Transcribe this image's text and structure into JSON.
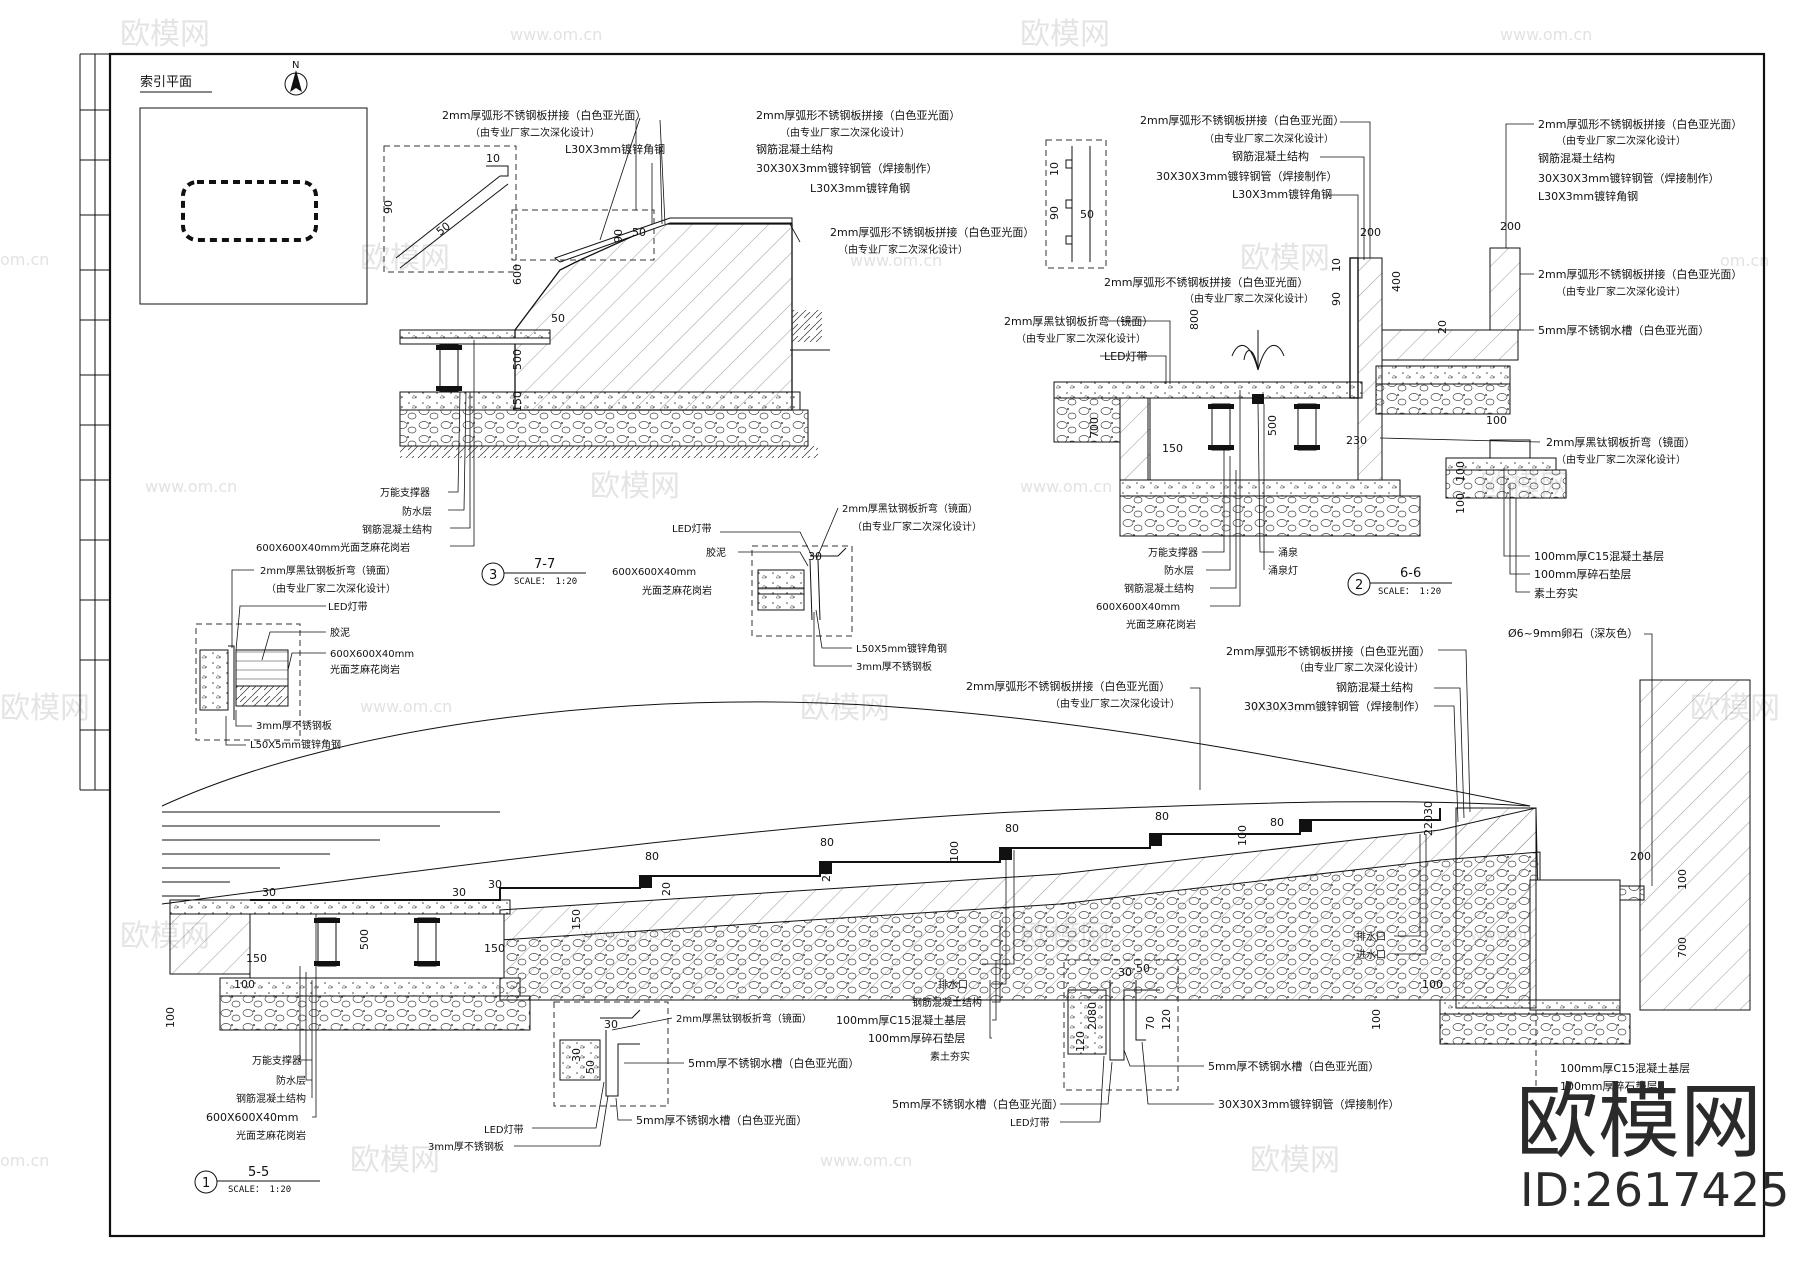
{
  "index_plan": {
    "title": "索引平面",
    "north": "N"
  },
  "sections": {
    "s7": {
      "num": "3",
      "name": "7-7",
      "scale": "SCALE： 1:20"
    },
    "s6": {
      "num": "2",
      "name": "6-6",
      "scale": "SCALE： 1:20"
    },
    "s5": {
      "num": "1",
      "name": "5-5",
      "scale": "SCALE： 1:20"
    }
  },
  "labels": {
    "arc_ss": "2mm厚弧形不锈钢板拼接（白色亚光面）",
    "vendor": "（由专业厂家二次深化设计）",
    "angle_l30": "L30X3mm镀锌角钢",
    "rc_struct": "钢筋混凝土结构",
    "tube_30": "30X30X3mm镀锌钢管（焊接制作）",
    "support": "万能支撑器",
    "waterproof": "防水层",
    "granite": "600X600X40mm光面芝麻花岗岩",
    "granite_a": "600X600X40mm",
    "granite_b": "光面芝麻花岗岩",
    "black_fold": "2mm厚黑钛钢板折弯（镜面）",
    "led": "LED灯带",
    "glue": "胶泥",
    "ss3": "3mm厚不锈钢板",
    "angle_l50": "L50X5mm镀锌角钢",
    "trough5": "5mm厚不锈钢水槽（白色亚光面）",
    "pump": "涌泉",
    "pump_light": "涌泉灯",
    "c15": "100mm厚C15混凝土基层",
    "gravel": "100mm厚碎石垫层",
    "soil": "素土夯实",
    "pebble": "Ø6~9mm卵石（深灰色）",
    "drain": "排水口",
    "inlet": "进水口"
  },
  "dims": {
    "d10": "10",
    "d90": "90",
    "d50": "50",
    "d600": "600",
    "d500": "500",
    "d150": "150",
    "d200": "200",
    "d800": "800",
    "d400": "400",
    "d20": "20",
    "d700": "700",
    "d230": "230",
    "d100": "100",
    "d30": "30",
    "d80": "80",
    "d120": "120",
    "d2080": "2080",
    "d70": "70",
    "d22030": "22030"
  },
  "watermark": {
    "brand": "欧模网",
    "url": "www.om.cn",
    "url2": "om.cn"
  },
  "brand": {
    "name": "欧模网",
    "id": "ID:2617425"
  }
}
